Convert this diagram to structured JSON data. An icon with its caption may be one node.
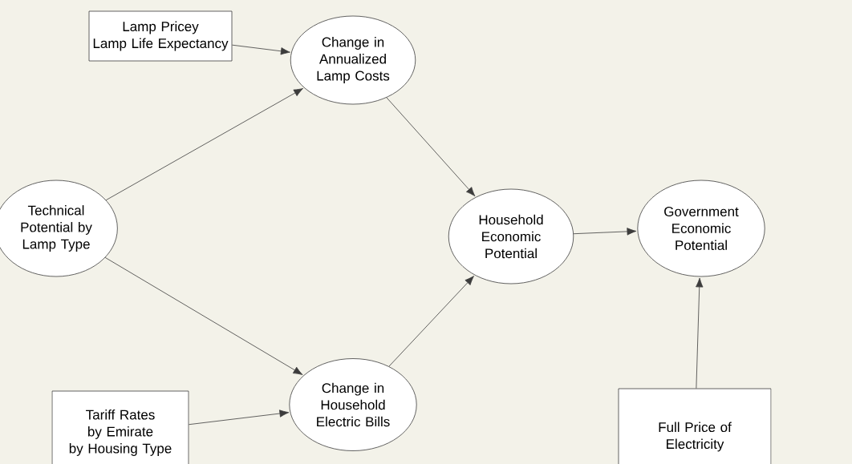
{
  "diagram": {
    "nodes": [
      {
        "text": [
          "Lamp Pricey",
          "Lamp Life Expectancy"
        ]
      },
      {
        "text": [
          "Change in Annualized Lamp Costs"
        ]
      },
      {
        "text": [
          "Technical Potential by Lamp Type"
        ]
      },
      {
        "text": [
          "Household Economic Potential"
        ]
      },
      {
        "text": [
          "Government Economic Potential"
        ]
      },
      {
        "text": [
          "Tariff Rates",
          "by Emirate",
          "by Housing Type"
        ]
      },
      {
        "text": [
          "Change in Household Electric Bills"
        ]
      },
      {
        "text": [
          "Full Price of Electricity"
        ]
      }
    ],
    "edges": [
      {
        "from": 0,
        "to": 1,
        "arrow": "to"
      },
      {
        "from": 2,
        "to": 1,
        "arrow": "to"
      },
      {
        "from": 1,
        "to": 3,
        "arrow": "to"
      },
      {
        "from": 2,
        "to": 6,
        "arrow": "to"
      },
      {
        "from": 5,
        "to": 6,
        "arrow": "to"
      },
      {
        "from": 6,
        "to": 3,
        "arrow": "to"
      },
      {
        "from": 3,
        "to": 4,
        "arrow": "to"
      },
      {
        "from": 7,
        "to": 4,
        "arrow": "to"
      }
    ]
  }
}
